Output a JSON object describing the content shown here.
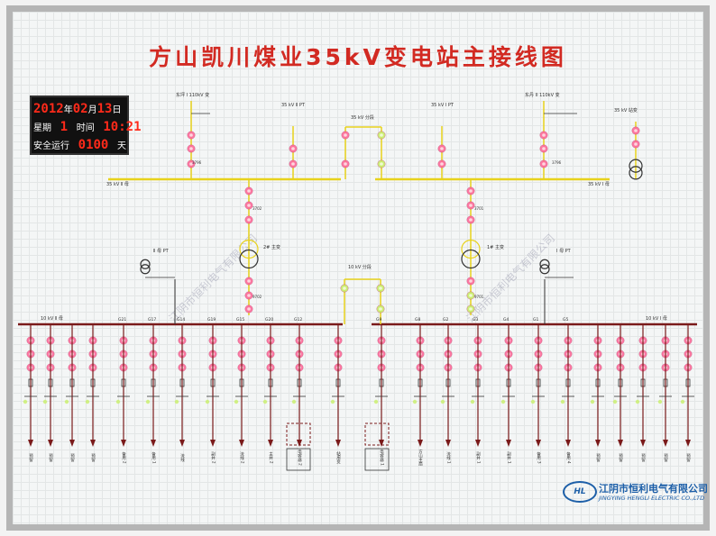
{
  "title": "方山凯川煤业35kV变电站主接线图",
  "led": {
    "year": "2012",
    "year_unit": "年",
    "month": "02",
    "month_unit": "月",
    "day": "13",
    "day_unit": "日",
    "weekday_label": "星期",
    "weekday": "1",
    "time_label": "时间",
    "time": "10:21",
    "safe_label": "安全运行",
    "safe_days": "0100",
    "safe_unit": "天"
  },
  "lines": {
    "incoming_left": "东坪 I 110kV 变",
    "incoming_right": "东丹 II 110kV 变",
    "pt_35_ii": "35 kV Ⅱ PT",
    "pt_35_i": "35 kV Ⅰ PT",
    "section_35": "35 kV 分段",
    "station_tx_35": "35 kV 站变",
    "bus_35_ii": "35 kV Ⅱ 母",
    "bus_35_i": "35 kV Ⅰ 母",
    "tx2": "2# 主变",
    "tx1": "1# 主变",
    "pt_10_ii": "Ⅱ 母 PT",
    "pt_10_i": "Ⅰ 母 PT",
    "section_10": "10 kV 分段",
    "bus_10_ii": "10 kV Ⅱ 母",
    "bus_10_i": "10 kV Ⅰ 母"
  },
  "switch_codes": {
    "top_left": "3796",
    "top_right": "3796",
    "tx2_hv": "3702",
    "tx2_lv": "9702",
    "tx1_hv": "3701",
    "tx1_lv": "9701"
  },
  "feeders_left": [
    {
      "code": "",
      "name": "预留"
    },
    {
      "code": "",
      "name": "预留"
    },
    {
      "code": "",
      "name": "预留"
    },
    {
      "code": "",
      "name": "预留"
    },
    {
      "code": "G21",
      "name": "备用 2"
    },
    {
      "code": "G17",
      "name": "备用 1"
    },
    {
      "code": "G14",
      "name": "流线"
    },
    {
      "code": "G19",
      "name": "副井 2"
    },
    {
      "code": "G15",
      "name": "流线 2"
    },
    {
      "code": "G20",
      "name": "主井 2"
    },
    {
      "code": "G12",
      "name": "电容器 2"
    },
    {
      "code": "",
      "name": "站用变"
    }
  ],
  "feeders_right": [
    {
      "code": "G9",
      "name": "电容器 1"
    },
    {
      "code": "G8",
      "name": "方山主扇"
    },
    {
      "code": "G2",
      "name": "流线 1"
    },
    {
      "code": "G3",
      "name": "副井 1"
    },
    {
      "code": "G4",
      "name": "副井 1"
    },
    {
      "code": "G1",
      "name": "备用 3"
    },
    {
      "code": "G5",
      "name": "备用 4"
    },
    {
      "code": "",
      "name": "预留"
    },
    {
      "code": "",
      "name": "预留"
    },
    {
      "code": "",
      "name": "预留"
    },
    {
      "code": "",
      "name": "预留"
    },
    {
      "code": "",
      "name": "预留"
    }
  ],
  "watermark": "江阴市恒利电气有限公司",
  "logo": {
    "badge": "HL",
    "cn": "江阴市恒利电气有限公司",
    "en": "JINGYING HENGLI ELECTRIC CO.,LTD"
  },
  "colors": {
    "bus_35": "#e8d21c",
    "bus_10": "#7a1a1a",
    "led_red": "#ff2a1a",
    "lamp_red": "#ff6a9a",
    "lamp_green": "#c8f06a",
    "title_red": "#d22a22",
    "logo_blue": "#1d5fa8"
  }
}
